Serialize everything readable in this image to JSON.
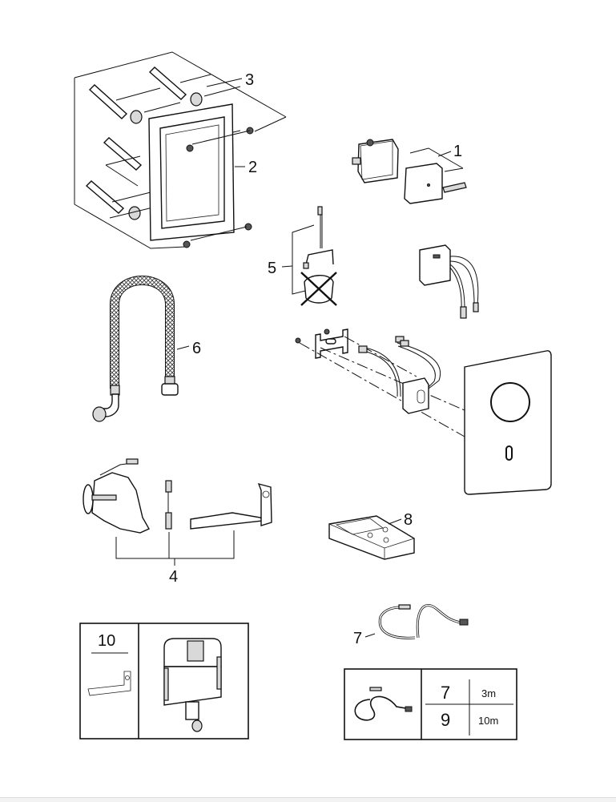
{
  "diagram": {
    "type": "exploded parts diagram",
    "parts": [
      {
        "number": "1",
        "description": "concealed box with cover"
      },
      {
        "number": "2",
        "description": "mounting frame"
      },
      {
        "number": "3",
        "description": "threaded rods with nuts and screws"
      },
      {
        "number": "4",
        "description": "valve unit, connector cable and bracket"
      },
      {
        "number": "5",
        "description": "bracket with cable (replaces crossed-out part)"
      },
      {
        "number": "6",
        "description": "braided flexible hose"
      },
      {
        "number": "7",
        "description": "connecting cable"
      },
      {
        "number": "8",
        "description": "remote control"
      }
    ],
    "unlabeled_parts": [
      {
        "description": "power supply module with cables"
      },
      {
        "description": "electronics, mounting plate and cover plate with sensor"
      }
    ]
  },
  "labels": {
    "p1": "1",
    "p2": "2",
    "p3": "3",
    "p4": "4",
    "p5": "5",
    "p6": "6",
    "p7": "7",
    "p8": "8"
  },
  "box_left": {
    "number": "10",
    "description": "bracket for concealed cistern"
  },
  "box_right": {
    "table": [
      {
        "part": "7",
        "length": "3m"
      },
      {
        "part": "9",
        "length": "10m"
      }
    ]
  }
}
